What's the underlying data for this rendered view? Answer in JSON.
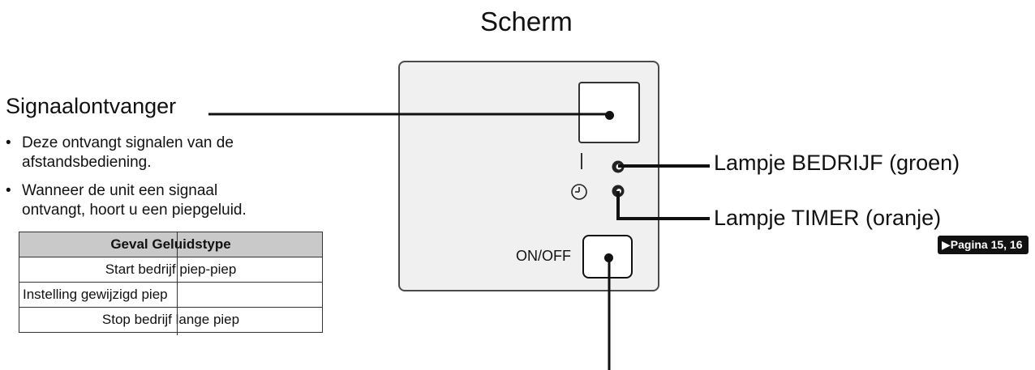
{
  "title": "Scherm",
  "signal_receiver": {
    "title": "Signaalontvanger",
    "bullets": [
      {
        "line1": "Deze ontvangt signalen van de",
        "line2": "afstandsbediening."
      },
      {
        "line1": "Wanneer de unit een signaal",
        "line2": "ontvangt, hoort u een piepgeluid."
      }
    ]
  },
  "sound_table": {
    "header": "Geval Geluidstype",
    "rows": [
      "Start bedrijf piep-piep",
      "Instelling gewijzigd piep",
      "Stop bedrijf lange piep"
    ]
  },
  "labels": {
    "run_lamp": "Lampje BEDRIJF (groen)",
    "timer_lamp": "Lampje TIMER (oranje)",
    "page_ref": "Pagina 15, 16",
    "onoff": "ON/OFF"
  },
  "icons": {
    "bullet": "bullet-dot",
    "clock": "clock-icon",
    "page_ref": "play-triangle-icon"
  }
}
